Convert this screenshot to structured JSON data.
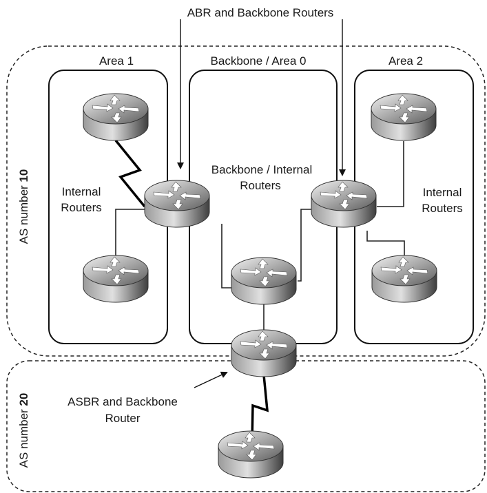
{
  "top_label": "ABR and Backbone Routers",
  "areas": {
    "area1": "Area 1",
    "backbone": "Backbone / Area 0",
    "area2": "Area 2"
  },
  "as10": {
    "prefix": "AS number ",
    "number": "10"
  },
  "as20": {
    "prefix": "AS number ",
    "number": "20"
  },
  "labels": {
    "internal_left_1": "Internal",
    "internal_left_2": "Routers",
    "backbone_internal_1": "Backbone / Internal",
    "backbone_internal_2": "Routers",
    "internal_right_1": "Internal",
    "internal_right_2": "Routers",
    "asbr_1": "ASBR and Backbone",
    "asbr_2": "Router"
  },
  "icons": {
    "router": "router-icon",
    "serial_link": "lightning-serial-link-icon"
  }
}
